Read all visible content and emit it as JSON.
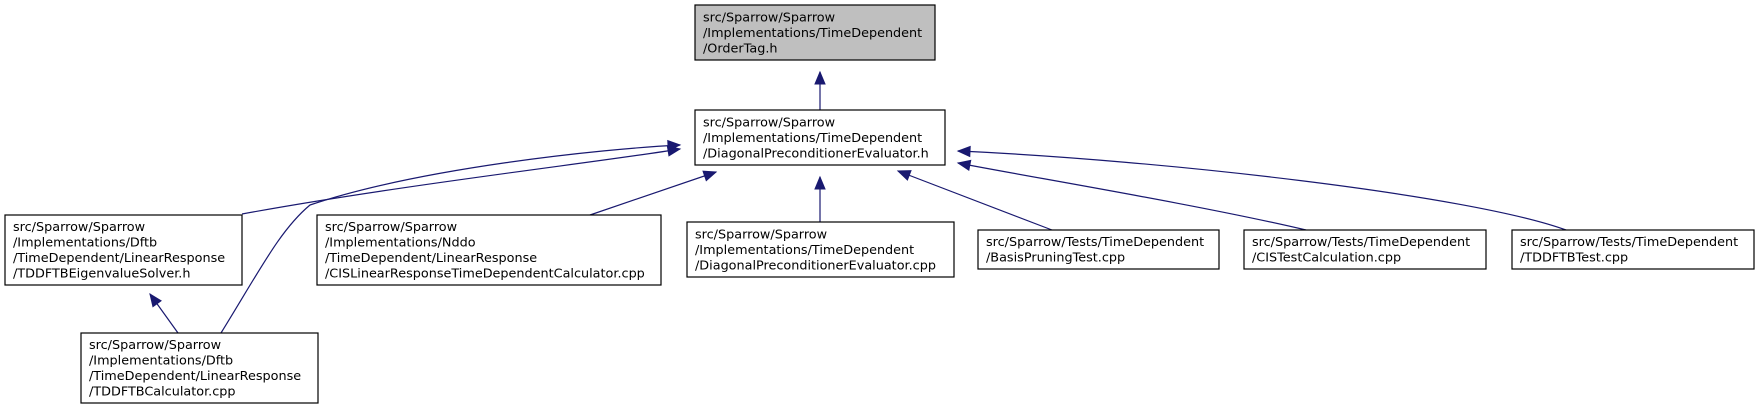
{
  "graph": {
    "colors": {
      "root_fill": "#bfbfbf",
      "node_fill": "#ffffff",
      "border": "#000000",
      "edge": "#191970"
    },
    "nodes": [
      {
        "id": "n0",
        "lines": [
          "src/Sparrow/Sparrow",
          "/Implementations/TimeDependent",
          "/OrderTag.h"
        ],
        "highlighted": true
      },
      {
        "id": "n1",
        "lines": [
          "src/Sparrow/Sparrow",
          "/Implementations/TimeDependent",
          "/DiagonalPreconditionerEvaluator.h"
        ]
      },
      {
        "id": "n2",
        "lines": [
          "src/Sparrow/Sparrow",
          "/Implementations/Dftb",
          "/TimeDependent/LinearResponse",
          "/TDDFTBEigenvalueSolver.h"
        ]
      },
      {
        "id": "n3",
        "lines": [
          "src/Sparrow/Sparrow",
          "/Implementations/Nddo",
          "/TimeDependent/LinearResponse",
          "/CISLinearResponseTimeDependentCalculator.cpp"
        ]
      },
      {
        "id": "n4",
        "lines": [
          "src/Sparrow/Sparrow",
          "/Implementations/TimeDependent",
          "/DiagonalPreconditionerEvaluator.cpp"
        ]
      },
      {
        "id": "n5",
        "lines": [
          "src/Sparrow/Tests/TimeDependent",
          "/BasisPruningTest.cpp"
        ]
      },
      {
        "id": "n6",
        "lines": [
          "src/Sparrow/Tests/TimeDependent",
          "/CISTestCalculation.cpp"
        ]
      },
      {
        "id": "n7",
        "lines": [
          "src/Sparrow/Tests/TimeDependent",
          "/TDDFTBTest.cpp"
        ]
      },
      {
        "id": "n8",
        "lines": [
          "src/Sparrow/Sparrow",
          "/Implementations/Dftb",
          "/TimeDependent/LinearResponse",
          "/TDDFTBCalculator.cpp"
        ]
      }
    ],
    "edges": [
      {
        "from": "n1",
        "to": "n0"
      },
      {
        "from": "n2",
        "to": "n1"
      },
      {
        "from": "n8",
        "to": "n1"
      },
      {
        "from": "n3",
        "to": "n1"
      },
      {
        "from": "n4",
        "to": "n1"
      },
      {
        "from": "n5",
        "to": "n1"
      },
      {
        "from": "n6",
        "to": "n1"
      },
      {
        "from": "n7",
        "to": "n1"
      },
      {
        "from": "n8",
        "to": "n2"
      }
    ]
  }
}
